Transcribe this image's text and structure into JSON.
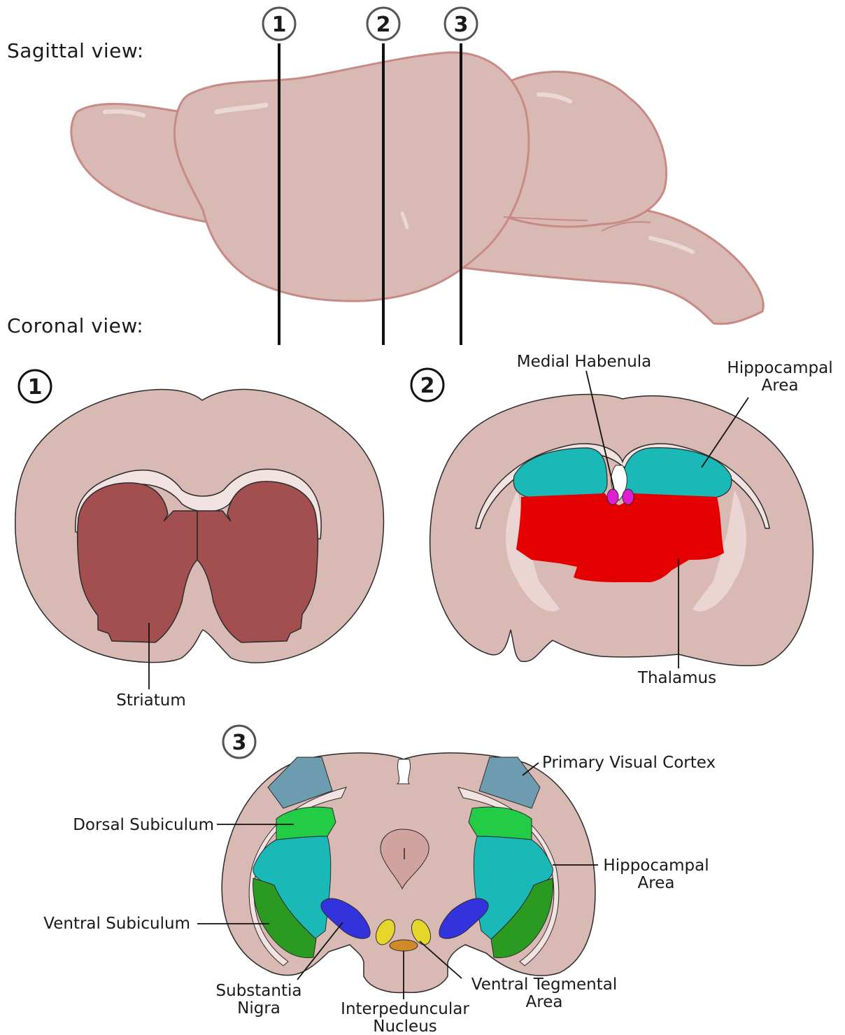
{
  "views": {
    "sagittal": "Sagittal view:",
    "coronal": "Coronal view:"
  },
  "sections": [
    {
      "number": "1"
    },
    {
      "number": "2"
    },
    {
      "number": "3"
    }
  ],
  "section1": {
    "regions": {
      "striatum": "Striatum"
    }
  },
  "section2": {
    "regions": {
      "medial_habenula": "Medial Habenula",
      "hippocampal_area": [
        "Hippocampal",
        "Area"
      ],
      "thalamus": "Thalamus"
    }
  },
  "section3": {
    "regions": {
      "primary_visual_cortex": "Primary Visual Cortex",
      "dorsal_subiculum": "Dorsal Subiculum",
      "hippocampal_area": [
        "Hippocampal",
        "Area"
      ],
      "ventral_subiculum": "Ventral Subiculum",
      "substantia_nigra": [
        "Substantia",
        "Nigra"
      ],
      "ventral_tegmental_area": [
        "Ventral Tegmental",
        "Area"
      ],
      "interpeduncular_nucleus": [
        "Interpeduncular",
        "Nucleus"
      ]
    }
  },
  "colors": {
    "brain_tissue": "#d9b9b4",
    "brain_outline": "#c88a84",
    "white_matter": "#f1e3e1",
    "striatum": "#a34f50",
    "hippocampus": "#1bb8b8",
    "thalamus": "#e40000",
    "habenula": "#e020d0",
    "visual_cortex": "#6d9bb0",
    "dorsal_subiculum": "#22cc44",
    "ventral_subiculum": "#2a9a20",
    "substantia_nigra": "#3333dd",
    "vta": "#e6d52a",
    "ipn": "#d08a2a",
    "ventricle": "#d0a39e"
  }
}
